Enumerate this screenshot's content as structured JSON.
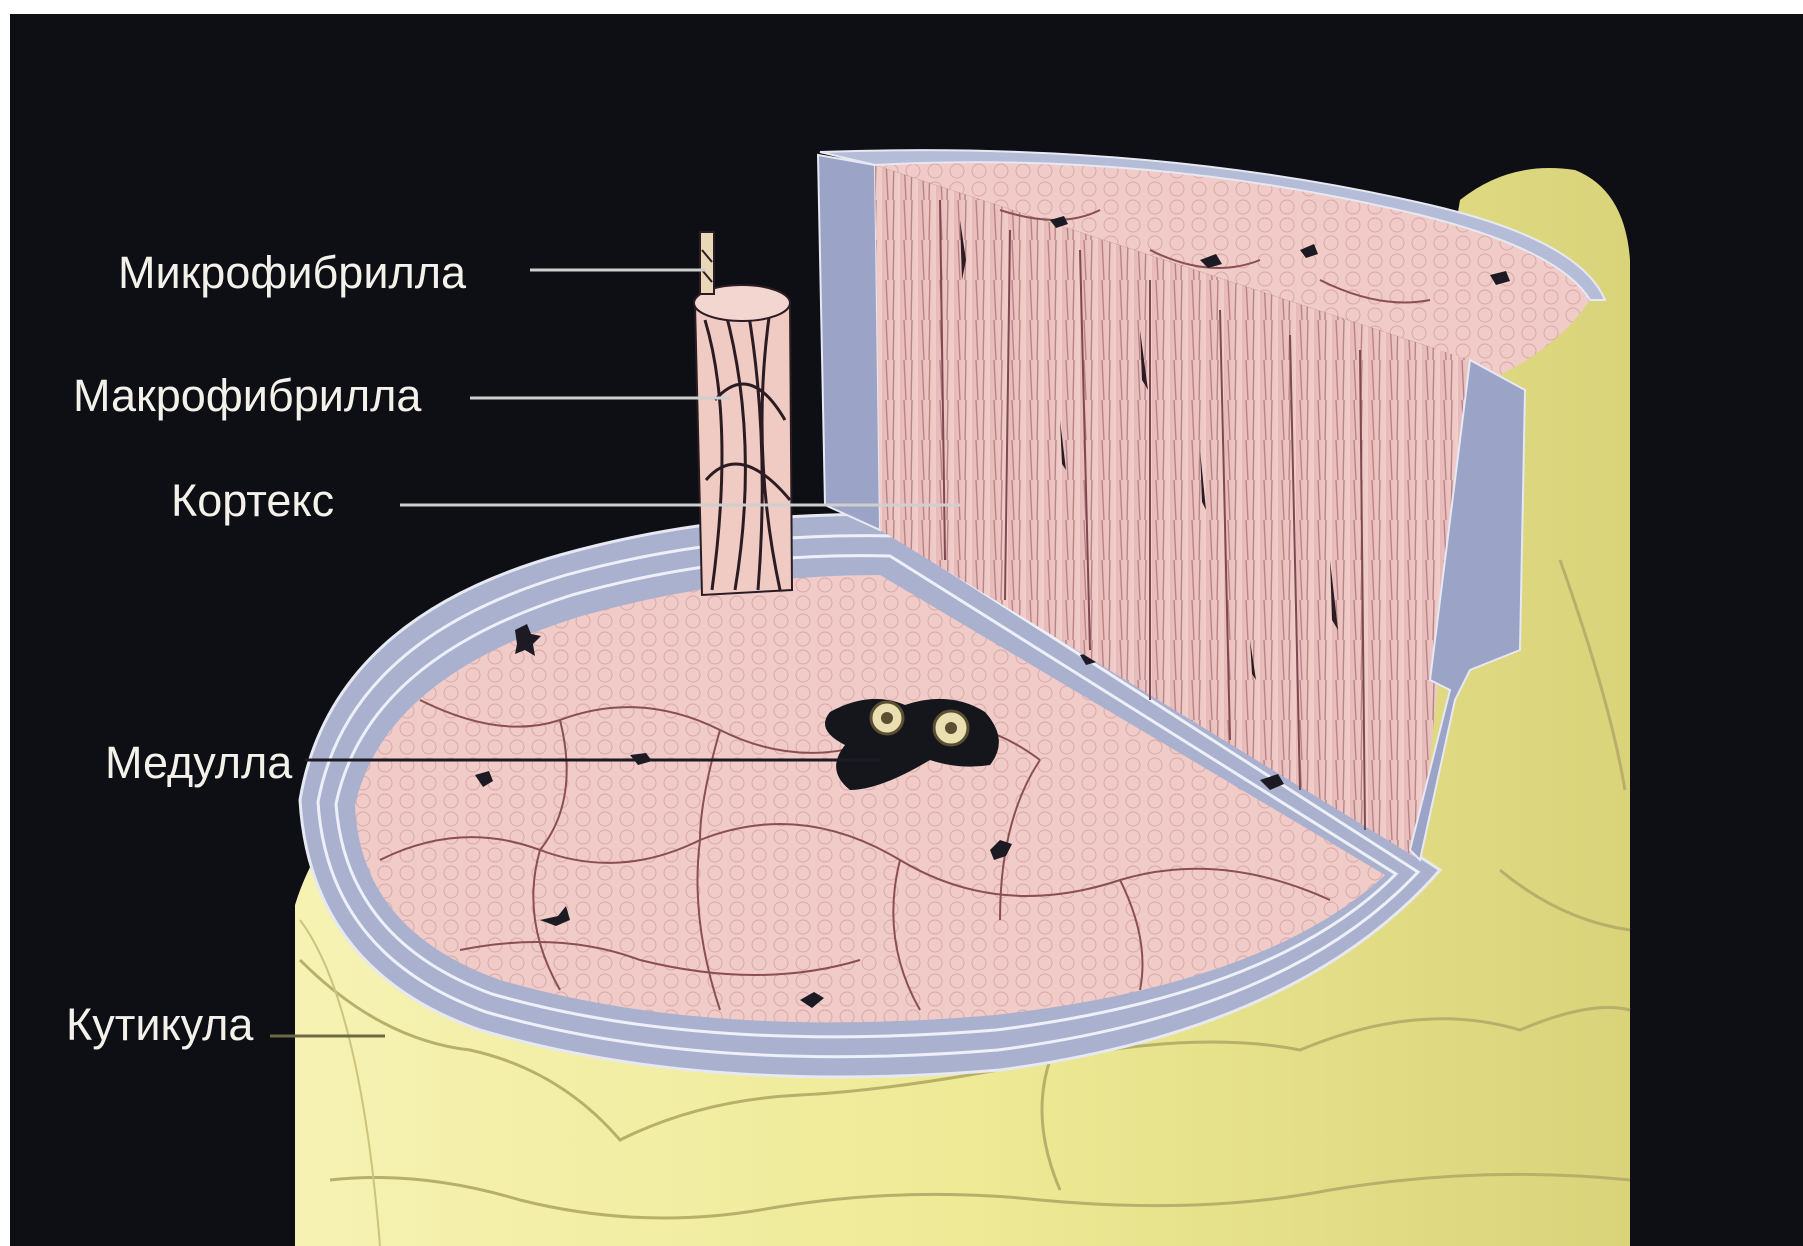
{
  "labels": {
    "microfibril": "Микрофибрилла",
    "macrofibril": "Макрофибрилла",
    "cortex": "Кортекс",
    "medulla": "Медулла",
    "cuticle": "Кутикула"
  },
  "colors": {
    "background": "#0d0f14",
    "cuticle": "#eeea96",
    "cortex": "#eec3c1",
    "cortex_lines": "#9a5d63",
    "medulla": "#14161c",
    "layer_blue": "#a9b1cf",
    "label_text": "#f4f1ea",
    "leader_line": "#cfcfcf"
  }
}
